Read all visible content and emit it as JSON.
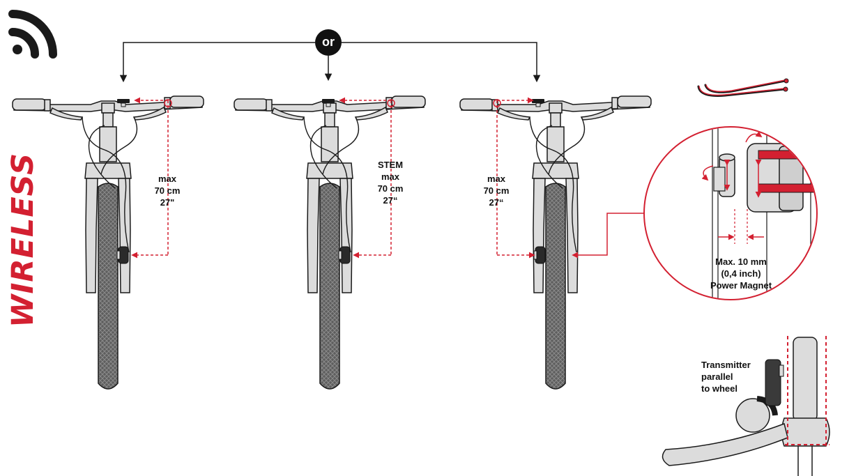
{
  "colors": {
    "accent": "#d32031",
    "outline": "#1a1a1a",
    "part_fill": "#dcdcdc",
    "tire": "#6b6b6b"
  },
  "icon": "wireless-signal-icon",
  "side_title": "WIRELESS",
  "or_label": "or",
  "bike_left": {
    "line1": "max",
    "line2": "70 cm",
    "line3": "27\""
  },
  "bike_mid": {
    "line0": "STEM",
    "line1": "max",
    "line2": "70 cm",
    "line3": "27“"
  },
  "bike_right": {
    "line1": "max",
    "line2": "70 cm",
    "line3": "27“"
  },
  "magnet_detail": {
    "line1": "Max. 10 mm",
    "line2": "(0,4 inch)",
    "line3": "Power Magnet"
  },
  "transmitter_detail": {
    "line1": "Transmitter",
    "line2": "parallel",
    "line3": "to wheel"
  }
}
